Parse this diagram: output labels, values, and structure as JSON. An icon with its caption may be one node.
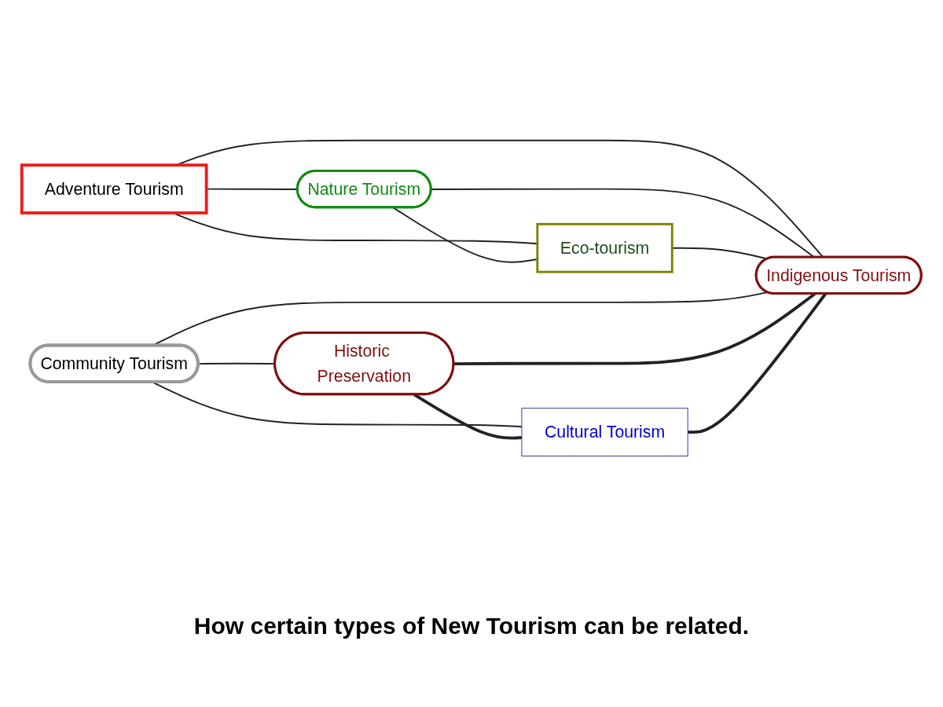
{
  "diagram": {
    "caption": "How certain types of New Tourism can be related.",
    "nodes": [
      {
        "text": [
          "Adventure Tourism"
        ]
      },
      {
        "text": [
          "Nature Tourism"
        ]
      },
      {
        "text": [
          "Eco-tourism"
        ]
      },
      {
        "text": [
          "Community Tourism"
        ]
      },
      {
        "text": [
          "Indigenous Tourism"
        ]
      },
      {
        "text": [
          "Historic Preservation"
        ]
      },
      {
        "text": [
          "Cultural Tourism"
        ]
      }
    ],
    "edges": [
      {
        "from": 0,
        "to": 1,
        "arrow": "none"
      },
      {
        "from": 0,
        "to": 2,
        "arrow": "none"
      },
      {
        "from": 0,
        "to": 4,
        "arrow": "none"
      },
      {
        "from": 1,
        "to": 2,
        "arrow": "none"
      },
      {
        "from": 1,
        "to": 4,
        "arrow": "none"
      },
      {
        "from": 2,
        "to": 4,
        "arrow": "none"
      },
      {
        "from": 3,
        "to": 4,
        "arrow": "none"
      },
      {
        "from": 3,
        "to": 6,
        "arrow": "none"
      },
      {
        "from": 3,
        "to": 5,
        "arrow": "none"
      },
      {
        "from": 5,
        "to": 4,
        "arrow": "none",
        "style": "thick"
      },
      {
        "from": 5,
        "to": 6,
        "arrow": "none",
        "style": "thick"
      },
      {
        "from": 6,
        "to": 4,
        "arrow": "none",
        "style": "thick"
      }
    ]
  }
}
